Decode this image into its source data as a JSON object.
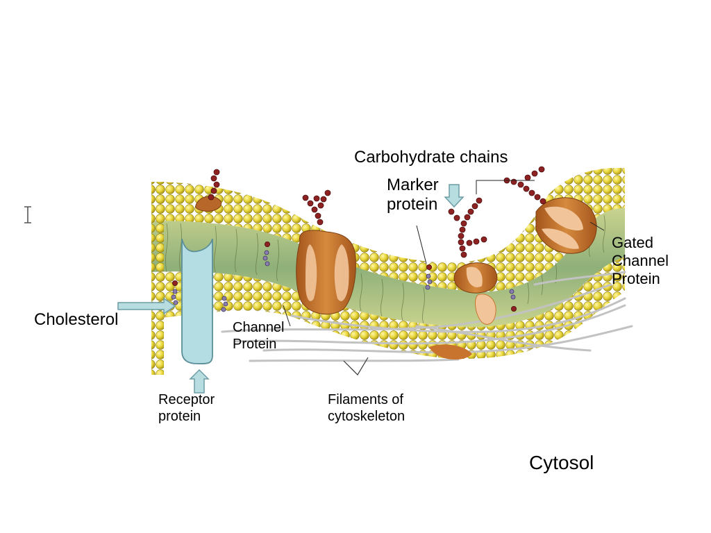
{
  "labels": {
    "carbohydrate_chains": "Carbohydrate  chains",
    "marker_protein_line1": "Marker",
    "marker_protein_line2": "protein",
    "gated_channel_line1": "Gated",
    "gated_channel_line2": "Channel",
    "gated_channel_line3": "Protein",
    "cholesterol": "Cholesterol",
    "channel_protein_line1": "Channel",
    "channel_protein_line2": "Protein",
    "receptor_protein_line1": "Receptor",
    "receptor_protein_line2": "protein",
    "filaments_line1": "Filaments of",
    "filaments_line2": "cytoskeleton",
    "cytosol": "Cytosol"
  },
  "colors": {
    "phospholipid_head": "#e8d63a",
    "tail_region": "#b9c98a",
    "protein": "#c8742e",
    "protein_light": "#f2c49a",
    "carbohydrate": "#8e2222",
    "arrow": "#b7dde0",
    "receptor": "#b3dde3",
    "filament": "#c8c8c8"
  },
  "icons": [
    "text-cursor-icon",
    "down-arrow-icon",
    "right-arrow-icon",
    "up-arrow-icon"
  ]
}
